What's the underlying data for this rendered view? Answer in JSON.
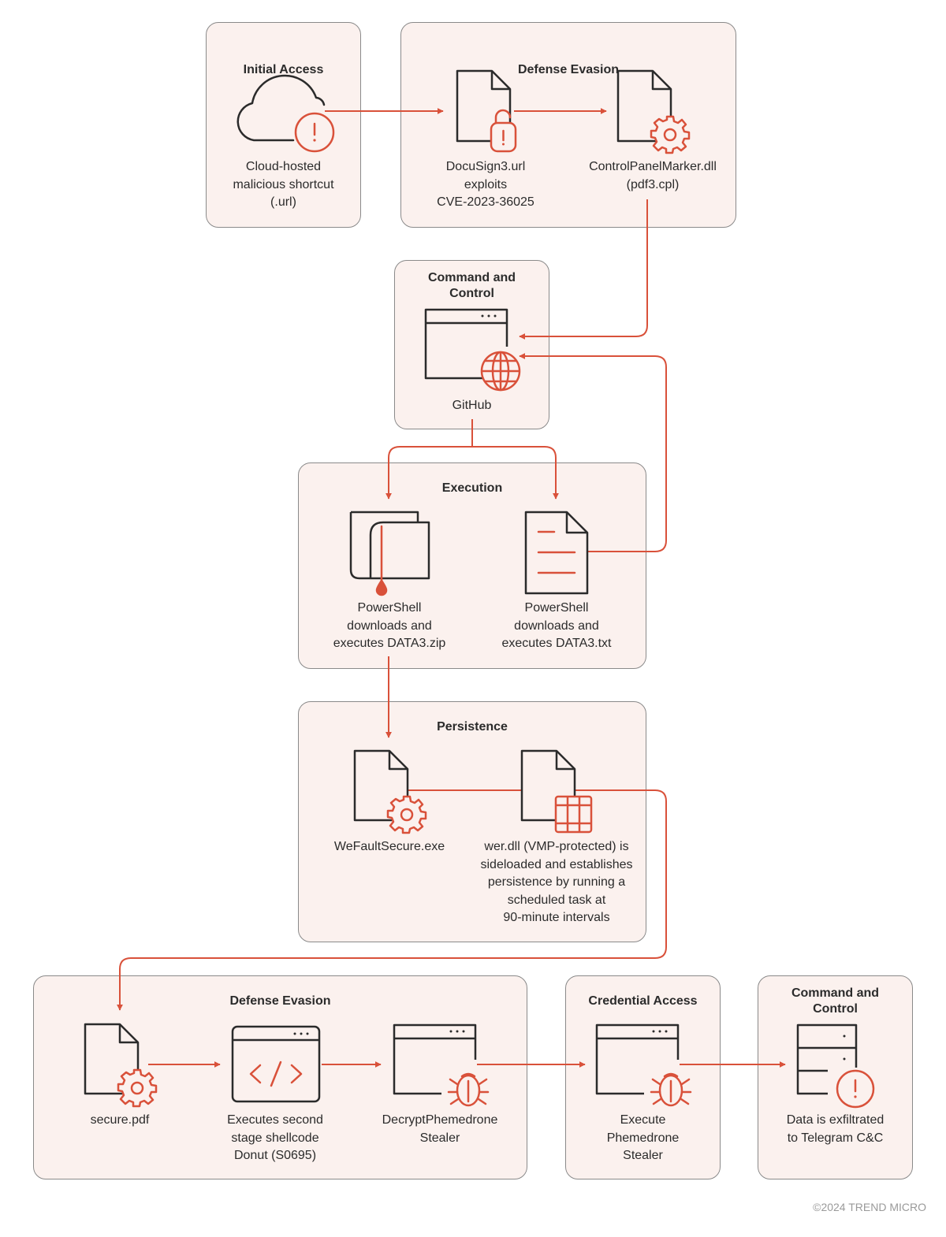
{
  "boxes": {
    "initial_access": {
      "title": "Initial Access"
    },
    "defense_evasion_1": {
      "title": "Defense Evasion"
    },
    "command_control_1": {
      "title": "Command and\nControl"
    },
    "execution": {
      "title": "Execution"
    },
    "persistence": {
      "title": "Persistence"
    },
    "defense_evasion_2": {
      "title": "Defense Evasion"
    },
    "credential_access": {
      "title": "Credential Access"
    },
    "command_control_2": {
      "title": "Command and\nControl"
    }
  },
  "nodes": {
    "cloud_shortcut": "Cloud-hosted\nmalicious shortcut\n(.url)",
    "docusign": "DocuSign3.url\nexploits\nCVE-2023-36025",
    "controlpanel": "ControlPanelMarker.dll\n(pdf3.cpl)",
    "github": "GitHub",
    "ps_zip": "PowerShell\ndownloads and\nexecutes DATA3.zip",
    "ps_txt": "PowerShell\ndownloads and\nexecutes DATA3.txt",
    "wefault": "WeFaultSecure.exe",
    "werdll": "wer.dll (VMP-protected) is\nsideloaded and establishes\npersistence  by running a\nscheduled task at\n90-minute intervals",
    "securepdf": "secure.pdf",
    "shellcode": "Executes second\nstage shellcode\nDonut (S0695)",
    "decrypt": "DecryptPhemedrone\nStealer",
    "execute_stealer": "Execute\nPhemedrone\nStealer",
    "exfil": "Data is exfiltrated\nto Telegram C&C"
  },
  "colors": {
    "accent": "#d9513a",
    "stroke": "#2b2b2b",
    "box_fill": "#fbf1ee",
    "box_border": "#8a8a8a"
  },
  "copyright": "©2024 TREND MICRO"
}
